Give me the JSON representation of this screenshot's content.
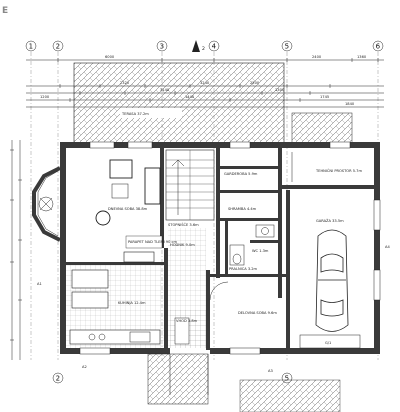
{
  "corner_mark": "E",
  "north_label": "2",
  "axes_top": [
    "1",
    "2",
    "3",
    "4",
    "5",
    "6"
  ],
  "axes_bottom": [
    "2",
    "5"
  ],
  "dimensions_top": [
    "6000",
    "2400",
    "1360",
    "2320",
    "3240",
    "2500",
    "3140",
    "3300",
    "1200",
    "1440",
    "1745",
    "1840"
  ],
  "rooms": [
    {
      "id": "terrace",
      "label": "TERASA 37.2m"
    },
    {
      "id": "living",
      "label": "DNEVNA SOBA 38.8m"
    },
    {
      "id": "wardrobe",
      "label": "GARDEROBA 5.9m"
    },
    {
      "id": "pantry",
      "label": "SHRAMBA 4.4m"
    },
    {
      "id": "technical",
      "label": "TEHNIČNI PROSTOR 5.7m"
    },
    {
      "id": "garage",
      "label": "GARAŽA 33.5m"
    },
    {
      "id": "hall",
      "label": "HODNIK 9.0m"
    },
    {
      "id": "stair",
      "label": "STOPNIŠČE 3.6m"
    },
    {
      "id": "wc",
      "label": "WC 1.3m"
    },
    {
      "id": "utility",
      "label": "PRALNICA 3.2m"
    },
    {
      "id": "kitchen",
      "label": "KUHINJA 12.4m"
    },
    {
      "id": "study",
      "label": "DELOVNA SOBA 9.6m"
    },
    {
      "id": "entrance",
      "label": "VHOD 3.8m"
    }
  ],
  "sill_note": "PARAPET NAD TLEMI 90 cm",
  "marks": {
    "axis_a1": "A1",
    "axis_a2": "A2",
    "axis_a3": "A3",
    "axis_a4": "A4",
    "garage_gate": "G/1"
  },
  "colors": {
    "wall": "#3a3a3a",
    "line": "#222222",
    "paper": "#ffffff"
  }
}
